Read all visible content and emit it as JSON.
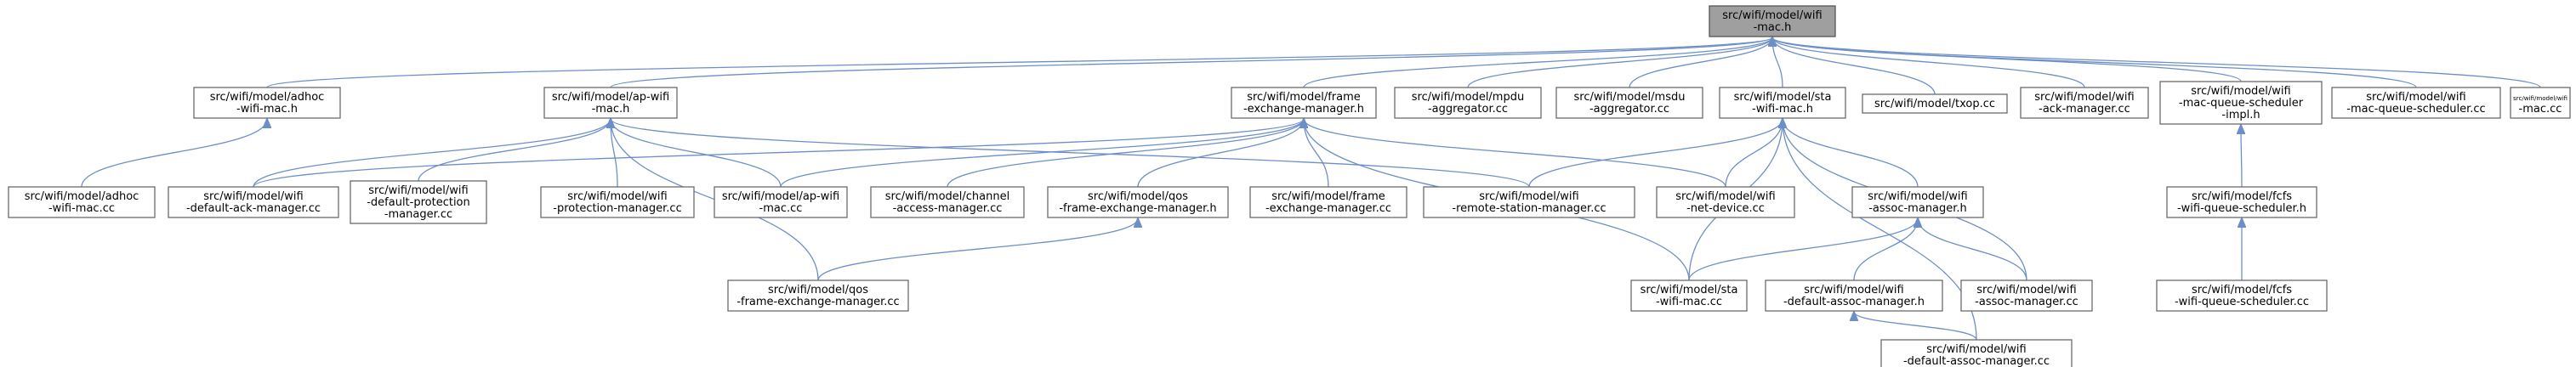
{
  "diagram": {
    "type": "include-dependency-graph",
    "colors": {
      "edge": "#6d8fc7",
      "node_border": "#6b6b6b",
      "root_fill": "#9f9f9f",
      "node_fill": "#ffffff"
    },
    "nodes": [
      {
        "id": "root",
        "lines": [
          "src/wifi/model/wifi",
          "-mac.h"
        ],
        "root": true
      },
      {
        "id": "adhoc_h",
        "lines": [
          "src/wifi/model/adhoc",
          "-wifi-mac.h"
        ]
      },
      {
        "id": "apwifi_h",
        "lines": [
          "src/wifi/model/ap-wifi",
          "-mac.h"
        ]
      },
      {
        "id": "fem_h",
        "lines": [
          "src/wifi/model/frame",
          "-exchange-manager.h"
        ]
      },
      {
        "id": "mpdu_cc",
        "lines": [
          "src/wifi/model/mpdu",
          "-aggregator.cc"
        ]
      },
      {
        "id": "msdu_cc",
        "lines": [
          "src/wifi/model/msdu",
          "-aggregator.cc"
        ]
      },
      {
        "id": "sta_h",
        "lines": [
          "src/wifi/model/sta",
          "-wifi-mac.h"
        ]
      },
      {
        "id": "txop_cc",
        "lines": [
          "src/wifi/model/txop.cc"
        ]
      },
      {
        "id": "ack_cc",
        "lines": [
          "src/wifi/model/wifi",
          "-ack-manager.cc"
        ]
      },
      {
        "id": "mqs_impl_h",
        "lines": [
          "src/wifi/model/wifi",
          "-mac-queue-scheduler",
          "-impl.h"
        ]
      },
      {
        "id": "mqs_cc",
        "lines": [
          "src/wifi/model/wifi",
          "-mac-queue-scheduler.cc"
        ]
      },
      {
        "id": "mac_cc",
        "lines": [
          "src/wifi/model/wifi",
          "-mac.cc"
        ]
      },
      {
        "id": "adhoc_cc",
        "lines": [
          "src/wifi/model/adhoc",
          "-wifi-mac.cc"
        ]
      },
      {
        "id": "dack_cc",
        "lines": [
          "src/wifi/model/wifi",
          "-default-ack-manager.cc"
        ]
      },
      {
        "id": "dprot_cc",
        "lines": [
          "src/wifi/model/wifi",
          "-default-protection",
          "-manager.cc"
        ]
      },
      {
        "id": "prot_cc",
        "lines": [
          "src/wifi/model/wifi",
          "-protection-manager.cc"
        ]
      },
      {
        "id": "apwifi_cc",
        "lines": [
          "src/wifi/model/ap-wifi",
          "-mac.cc"
        ]
      },
      {
        "id": "cam_cc",
        "lines": [
          "src/wifi/model/channel",
          "-access-manager.cc"
        ]
      },
      {
        "id": "qosfem_h",
        "lines": [
          "src/wifi/model/qos",
          "-frame-exchange-manager.h"
        ]
      },
      {
        "id": "fem_cc",
        "lines": [
          "src/wifi/model/frame",
          "-exchange-manager.cc"
        ]
      },
      {
        "id": "rsm_cc",
        "lines": [
          "src/wifi/model/wifi",
          "-remote-station-manager.cc"
        ]
      },
      {
        "id": "netdev_cc",
        "lines": [
          "src/wifi/model/wifi",
          "-net-device.cc"
        ]
      },
      {
        "id": "assoc_h",
        "lines": [
          "src/wifi/model/wifi",
          "-assoc-manager.h"
        ]
      },
      {
        "id": "fcfs_h",
        "lines": [
          "src/wifi/model/fcfs",
          "-wifi-queue-scheduler.h"
        ]
      },
      {
        "id": "qosfem_cc",
        "lines": [
          "src/wifi/model/qos",
          "-frame-exchange-manager.cc"
        ]
      },
      {
        "id": "sta_cc",
        "lines": [
          "src/wifi/model/sta",
          "-wifi-mac.cc"
        ]
      },
      {
        "id": "dassoc_h",
        "lines": [
          "src/wifi/model/wifi",
          "-default-assoc-manager.h"
        ]
      },
      {
        "id": "assoc_cc",
        "lines": [
          "src/wifi/model/wifi",
          "-assoc-manager.cc"
        ]
      },
      {
        "id": "fcfs_cc",
        "lines": [
          "src/wifi/model/fcfs",
          "-wifi-queue-scheduler.cc"
        ]
      },
      {
        "id": "dassoc_cc",
        "lines": [
          "src/wifi/model/wifi",
          "-default-assoc-manager.cc"
        ]
      }
    ],
    "edges": [
      [
        "adhoc_h",
        "root"
      ],
      [
        "apwifi_h",
        "root"
      ],
      [
        "fem_h",
        "root"
      ],
      [
        "mpdu_cc",
        "root"
      ],
      [
        "msdu_cc",
        "root"
      ],
      [
        "sta_h",
        "root"
      ],
      [
        "txop_cc",
        "root"
      ],
      [
        "ack_cc",
        "root"
      ],
      [
        "mqs_impl_h",
        "root"
      ],
      [
        "mqs_cc",
        "root"
      ],
      [
        "mac_cc",
        "root"
      ],
      [
        "adhoc_cc",
        "adhoc_h"
      ],
      [
        "dack_cc",
        "apwifi_h"
      ],
      [
        "dprot_cc",
        "apwifi_h"
      ],
      [
        "prot_cc",
        "apwifi_h"
      ],
      [
        "apwifi_cc",
        "apwifi_h"
      ],
      [
        "qosfem_cc",
        "apwifi_h"
      ],
      [
        "rsm_cc",
        "apwifi_h"
      ],
      [
        "apwifi_cc",
        "fem_h"
      ],
      [
        "cam_cc",
        "fem_h"
      ],
      [
        "qosfem_h",
        "fem_h"
      ],
      [
        "fem_cc",
        "fem_h"
      ],
      [
        "netdev_cc",
        "fem_h"
      ],
      [
        "sta_cc",
        "fem_h"
      ],
      [
        "dack_cc",
        "fem_h"
      ],
      [
        "rsm_cc",
        "sta_h"
      ],
      [
        "netdev_cc",
        "sta_h"
      ],
      [
        "assoc_h",
        "sta_h"
      ],
      [
        "sta_cc",
        "sta_h"
      ],
      [
        "assoc_cc",
        "sta_h"
      ],
      [
        "dassoc_cc",
        "sta_h"
      ],
      [
        "qosfem_cc",
        "qosfem_h"
      ],
      [
        "sta_cc",
        "assoc_h"
      ],
      [
        "dassoc_h",
        "assoc_h"
      ],
      [
        "assoc_cc",
        "assoc_h"
      ],
      [
        "dassoc_cc",
        "dassoc_h"
      ],
      [
        "fcfs_h",
        "mqs_impl_h"
      ],
      [
        "fcfs_cc",
        "fcfs_h"
      ]
    ]
  }
}
